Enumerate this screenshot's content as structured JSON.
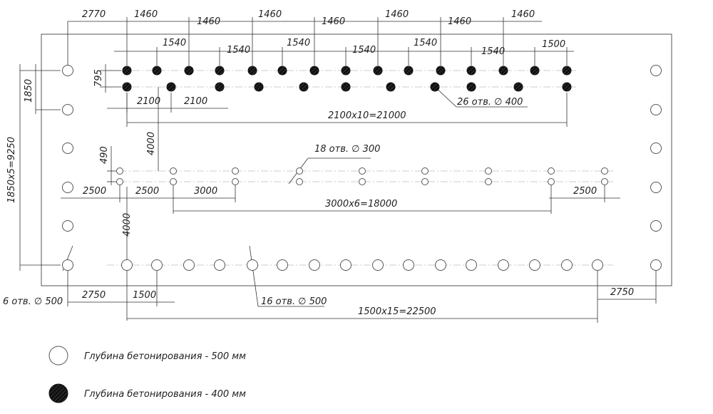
{
  "dimensions": {
    "top_offset": "2770",
    "top_spacing_1460": "1460",
    "mid_spacing_1540": "1540",
    "last_spacing_1500": "1500",
    "row_gap_795": "795",
    "lower_spacing_2100": "2100",
    "total_2100": "2100x10=21000",
    "left_1850": "1850",
    "left_total": "1850x5=9250",
    "holes_26": "26 отв. ∅ 400",
    "vert_4000_upper": "4000",
    "row_gap_490": "490",
    "holes_18": "18 отв. ∅ 300",
    "edge_2500": "2500",
    "spacing_3000": "3000",
    "total_3000": "3000x6=18000",
    "vert_4000_lower": "4000",
    "holes_6": "6 отв. ∅ 500",
    "offset_2750": "2750",
    "spacing_1500": "1500",
    "holes_16": "16 отв. ∅ 500",
    "total_1500": "1500x15=22500"
  },
  "legend": {
    "open_label": "Глубина бетонирования - 500 мм",
    "filled_label": "Глубина бетонирования - 400 мм"
  },
  "colors": {
    "line": "#333333",
    "fill": "#111111"
  }
}
